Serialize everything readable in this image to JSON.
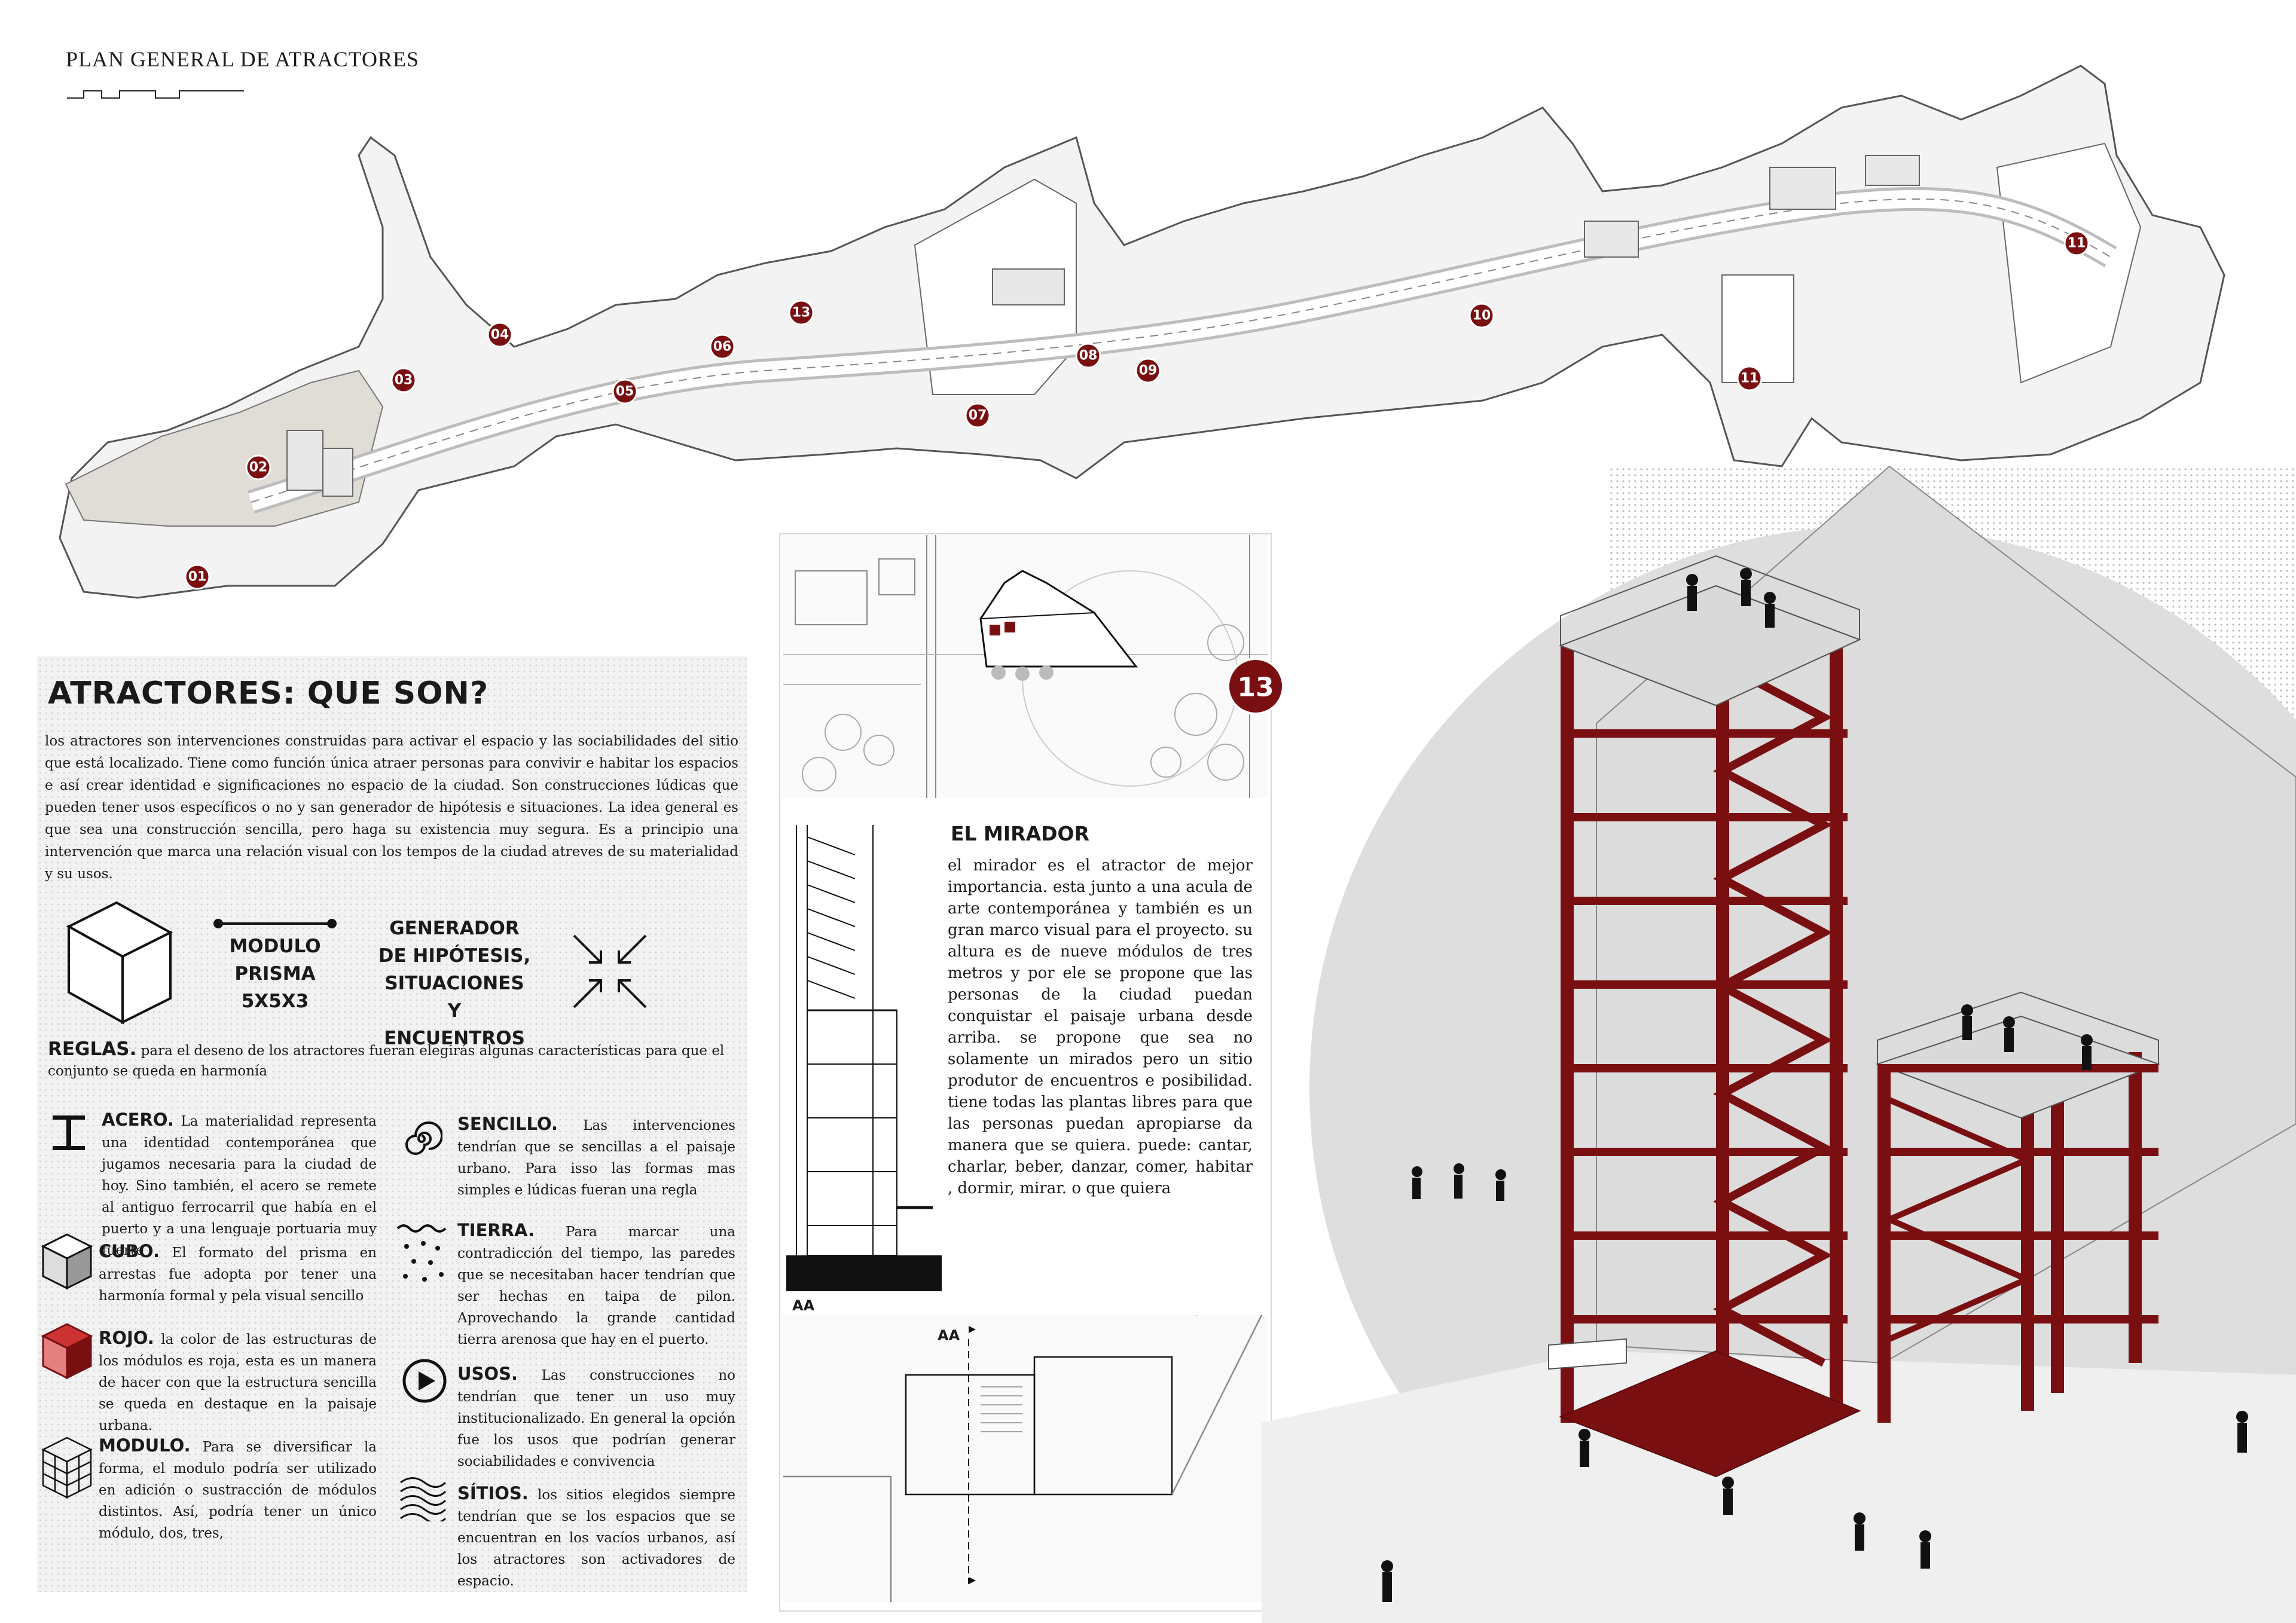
{
  "plan": {
    "title": "PLAN GENERAL DE ATRACTORES",
    "markers": [
      "01",
      "02",
      "03",
      "04",
      "05",
      "06",
      "07",
      "08",
      "09",
      "10",
      "11",
      "11",
      "13"
    ]
  },
  "intro": {
    "heading": "ATRACTORES: QUE SON?",
    "paragraph": "los atractores son intervenciones construidas para activar el espacio y las sociabilidades del sitio que está localizado. Tiene como función única atraer personas para convivir e habitar los espacios e así crear identidad e significaciones no espacio de la ciudad. Son construcciones lúdicas que pueden tener usos específicos o no y san generador de hipótesis e situaciones. La idea general es que sea una construcción sencilla, pero haga su existencia muy segura. Es a principio una intervención que marca una relación visual con los tempos de la ciudad atreves de su materialidad y su usos.",
    "modulo_label": "MODULO PRISMA 5X5X3",
    "generador_label": "GENERADOR DE HIPÓTESIS, SITUACIONES Y ENCUENTROS",
    "reglas_title": "REGLAS.",
    "reglas_text": "para el deseno de los atractores fueran elegirás algunas características para que el conjunto se queda en harmonía"
  },
  "rules": [
    {
      "title": "ACERO.",
      "text": "La materialidad representa una identidad contemporánea que jugamos necesaria para la ciudad de hoy. Sino también, el acero se remete al antiguo ferrocarril que había en el puerto y a una lenguaje portuaria muy fuerte",
      "icon": "steel-beam-icon"
    },
    {
      "title": "CUBO.",
      "text": "El formato del prisma en arrestas fue adopta por tener una harmonía formal y pela visual sencillo",
      "icon": "cube-icon"
    },
    {
      "title": "ROJO.",
      "text": "la color de las estructuras de los módulos es roja, esta es un manera de hacer con que la estructura sencilla se queda en destaque en la paisaje urbana.",
      "icon": "red-cube-icon"
    },
    {
      "title": "MODULO.",
      "text": "Para se diversificar la forma, el modulo podría ser utilizado en adición o sustracción de módulos distintos. Así, podría tener un único módulo, dos, tres,",
      "icon": "module-grid-icon"
    },
    {
      "title": "SENCILLO.",
      "text": "Las intervenciones tendrían que se sencillas a el paisaje urbano. Para isso las formas mas simples e lúdicas fueran una regla",
      "icon": "spiral-icon"
    },
    {
      "title": "TIERRA.",
      "text": "Para marcar una contradicción del tiempo, las paredes que se necesitaban hacer tendrían que ser hechas en taipa de pilon. Aprovechando la grande cantidad tierra arenosa que hay en el puerto.",
      "icon": "earth-icon"
    },
    {
      "title": "USOS.",
      "text": "Las construcciones no tendrían que tener un uso muy institucionalizado. En general la opción fue los usos que podrían generar sociabilidades e convivencia",
      "icon": "play-icon"
    },
    {
      "title": "SÍTIOS.",
      "text": "los sitios elegidos siempre tendrían que se los espacios que se encuentran en los vacíos urbanos, así los atractores son activadores de espacio.",
      "icon": "topography-icon"
    }
  ],
  "mirador": {
    "badge": "13",
    "title": "EL MIRADOR",
    "text": "el mirador es el atractor de mejor importancia. esta junto a una acula de arte contemporánea y también es un gran marco visual para el proyecto. su altura es de nueve módulos de tres metros y por ele se propone que las personas de la ciudad puedan conquistar el paisaje urbana desde arriba. se propone que sea no solamente un mirados pero un sitio produtor de encuentros e posibilidad. tiene todas las plantas libres para que las personas puedan apropiarse da manera que se quiera. puede: cantar, charlar, beber, danzar, comer, habitar , dormir, mirar. o que quiera",
    "section_label": "AA",
    "cut_label": "AA"
  },
  "colors": {
    "accent_red": "#7a0f12",
    "panel_gray": "#f2f2f2",
    "ground_gray": "#dedede"
  }
}
